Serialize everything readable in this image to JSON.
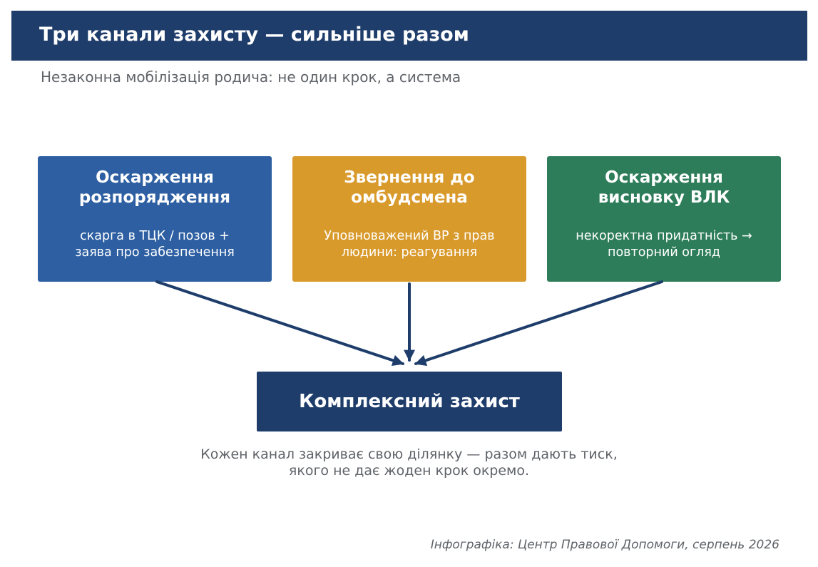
{
  "header": {
    "title": "Три канали захисту — сильніше разом"
  },
  "subtitle": "Незаконна мобілізація родича: не один крок, а система",
  "colors": {
    "header_bg": "#1e3d6b",
    "channel_1": "#2d5fa2",
    "channel_2": "#d99a2c",
    "channel_3": "#2e7d5a",
    "arrow": "#1e3d6b"
  },
  "channels": [
    {
      "title_line1": "Оскарження",
      "title_line2": "розпорядження",
      "desc_line1": "скарга в ТЦК / позов +",
      "desc_line2": "заява про забезпечення"
    },
    {
      "title_line1": "Звернення до",
      "title_line2": "омбудсмена",
      "desc_line1": "Уповноважений ВР з прав",
      "desc_line2": "людини: реагування"
    },
    {
      "title_line1": "Оскарження",
      "title_line2": "висновку ВЛК",
      "desc_line1": "некоректна придатність →",
      "desc_line2": "повторний огляд"
    }
  ],
  "result": {
    "label": "Комплексний захист"
  },
  "note": {
    "line1": "Кожен канал закриває свою ділянку — разом дають тиск,",
    "line2": "якого не дає жоден крок окремо."
  },
  "credit": "Інфографіка: Центр Правової Допомоги, серпень 2026"
}
